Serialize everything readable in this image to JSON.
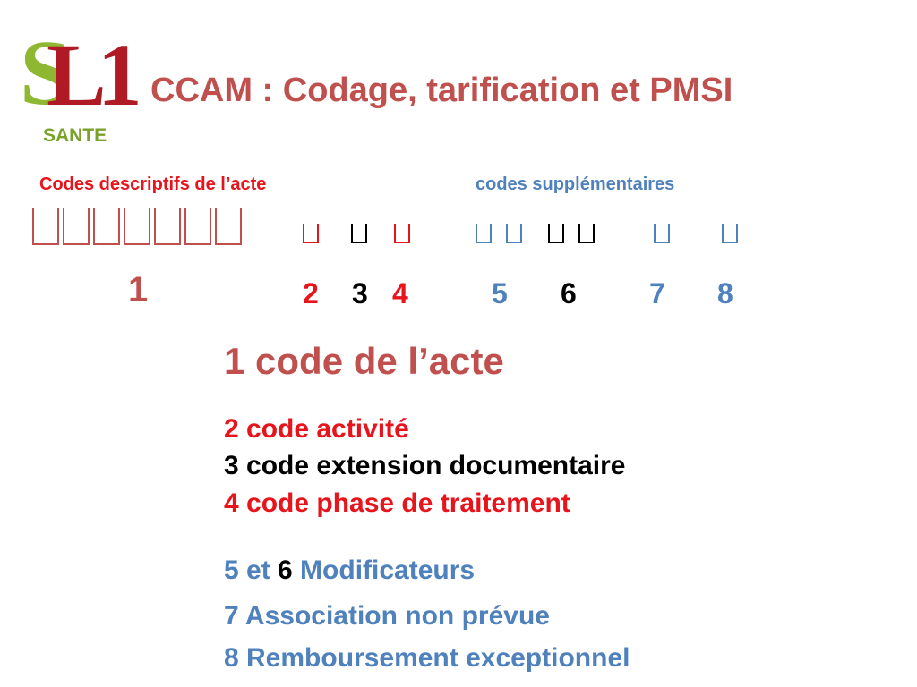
{
  "logo": {
    "letter": "S",
    "mark": "L1",
    "text": "SANTE"
  },
  "title": "CCAM : Codage, tarification et PMSI",
  "headers": {
    "descriptive": "Codes descriptifs de l’acte",
    "supplementary": "codes supplémentaires"
  },
  "numbers": [
    "1",
    "2",
    "3",
    "4",
    "5",
    "6",
    "7",
    "8"
  ],
  "descriptions": {
    "d1": "1 code de l’acte",
    "d2": "2 code activité",
    "d3": "3 code extension documentaire",
    "d4": "4 code phase de traitement",
    "d56_a": "5 et ",
    "d56_b": "6",
    "d56_c": " Modificateurs",
    "d7": "7 Association non prévue",
    "d8": "8 Remboursement exceptionnel"
  },
  "colors": {
    "title": "#c0504d",
    "red": "#e8141c",
    "blue": "#4f81bd",
    "black": "#000000",
    "logo_green": "#8fb832",
    "logo_red": "#b01a24"
  }
}
